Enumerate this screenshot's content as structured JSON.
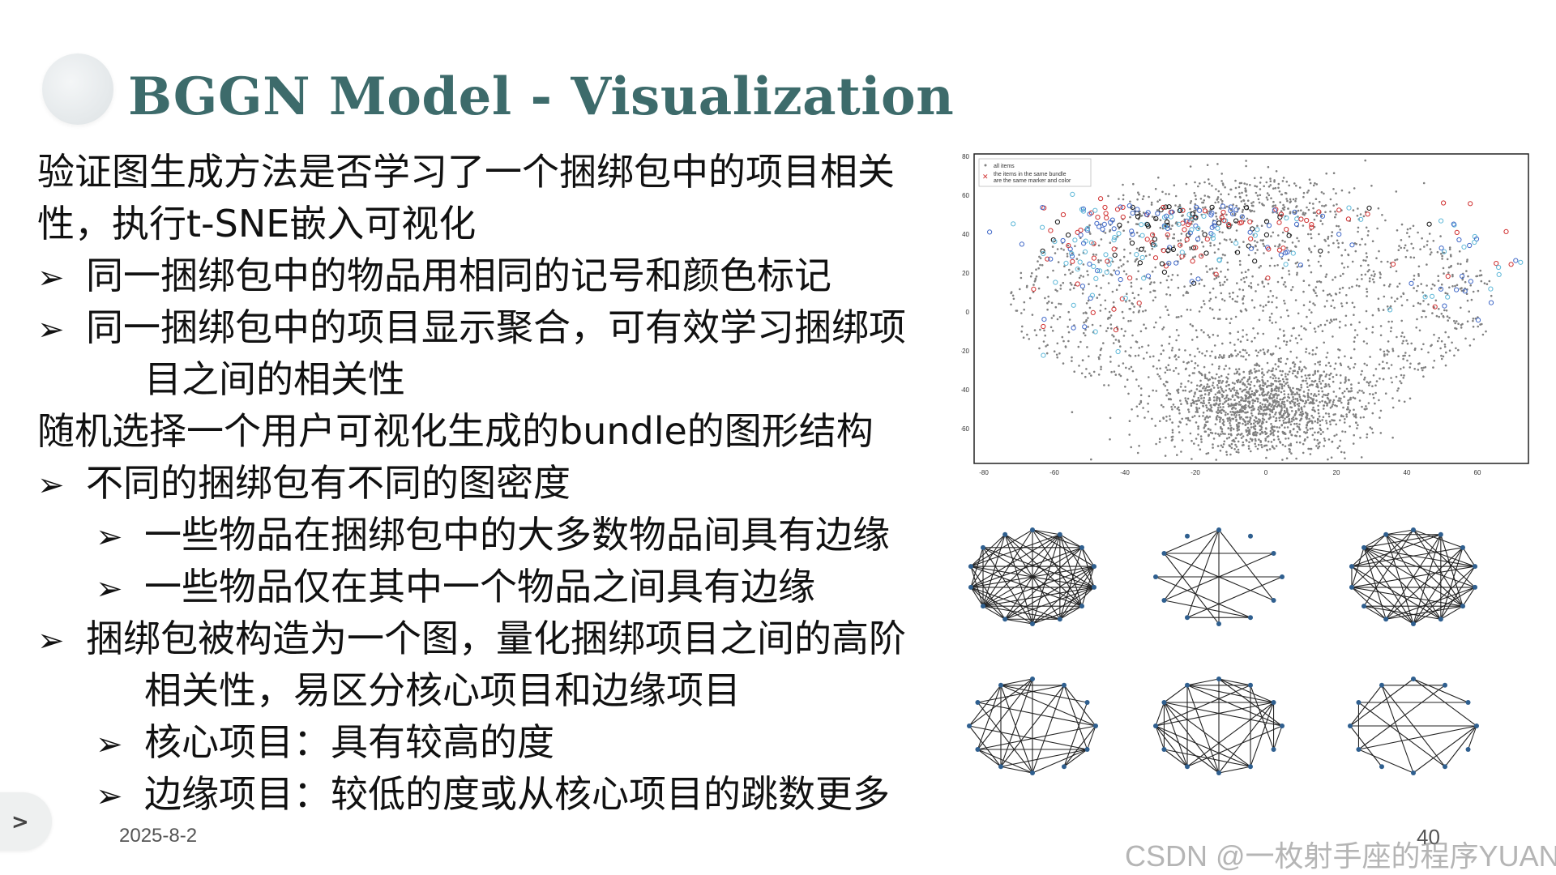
{
  "slide": {
    "title": "BGGN Model - Visualization",
    "lines": [
      {
        "bullet": "",
        "text": "验证图生成方法是否学习了一个捆绑包中的项目相关",
        "indent": 0
      },
      {
        "bullet": "",
        "text": "性，执行t-SNE嵌入可视化",
        "indent": 0
      },
      {
        "bullet": "➢",
        "text": "同一捆绑包中的物品用相同的记号和颜色标记",
        "indent": 0
      },
      {
        "bullet": "➢",
        "text": "同一捆绑包中的项目显示聚合，可有效学习捆绑项",
        "indent": 0
      },
      {
        "bullet": "",
        "text": "目之间的相关性",
        "indent": 1
      },
      {
        "bullet": "",
        "text": "随机选择一个用户可视化生成的bundle的图形结构",
        "indent": 0
      },
      {
        "bullet": "➢",
        "text": "不同的捆绑包有不同的图密度",
        "indent": 0
      },
      {
        "bullet": "➢",
        "text": "一些物品在捆绑包中的大多数物品间具有边缘",
        "indent": 1
      },
      {
        "bullet": "➢",
        "text": "一些物品仅在其中一个物品之间具有边缘",
        "indent": 1
      },
      {
        "bullet": "➢",
        "text": "捆绑包被构造为一个图，量化捆绑项目之间的高阶",
        "indent": 0
      },
      {
        "bullet": "",
        "text": "相关性，易区分核心项目和边缘项目",
        "indent": 1
      },
      {
        "bullet": "➢",
        "text": "核心项目：具有较高的度",
        "indent": 1
      },
      {
        "bullet": "➢",
        "text": "边缘项目：较低的度或从核心项目的跳数更多",
        "indent": 1
      }
    ],
    "date": "2025-8-2",
    "page_number": "40",
    "watermark": "CSDN @一枚射手座的程序YUAN"
  },
  "tsne_plot": {
    "x_ticks": [
      "-80",
      "-60",
      "-40",
      "-20",
      "0",
      "20",
      "40",
      "60"
    ],
    "y_ticks": [
      "80",
      "60",
      "40",
      "20",
      "0",
      "-20",
      "-40",
      "-60"
    ],
    "legend": {
      "item1": "all items",
      "item2_line1": "the items in the same bundle",
      "item2_line2": "are the same marker and color"
    },
    "colors": {
      "gray": "#808080",
      "blue": "#4169c8",
      "red": "#d03030",
      "cyan": "#5fb8d8",
      "black": "#111111"
    }
  }
}
